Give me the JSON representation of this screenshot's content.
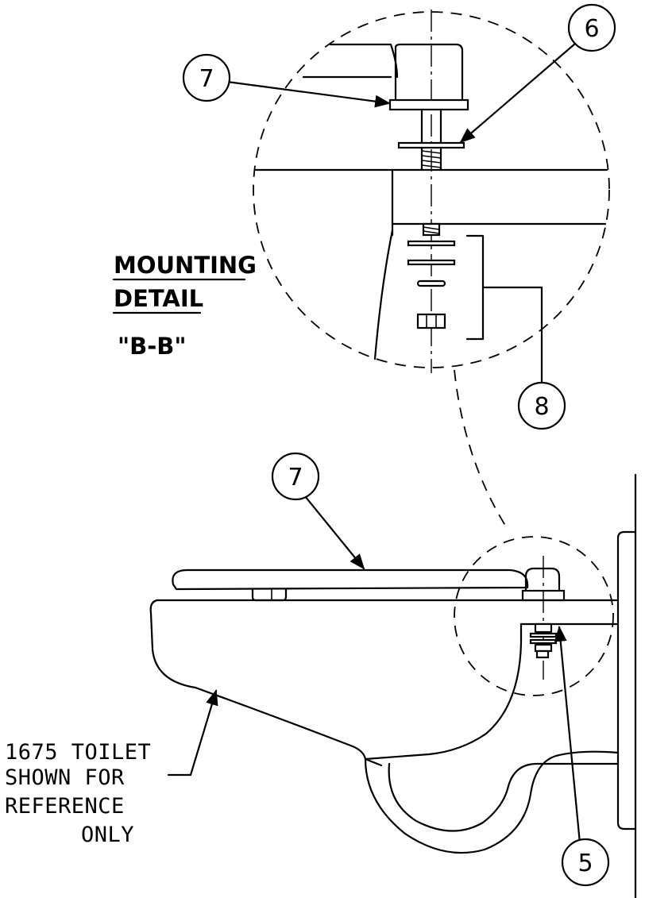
{
  "detail_title": {
    "line1": "MOUNTING",
    "line2": "DETAIL",
    "line3": "\"B-B\""
  },
  "callouts": {
    "seat_detail": "7",
    "washer": "6",
    "hardware": "8",
    "seat_main": "7",
    "bolt": "5"
  },
  "note": {
    "line1": "1675 TOILET",
    "line2": "SHOWN FOR",
    "line3": "REFERENCE",
    "line4": "ONLY"
  }
}
